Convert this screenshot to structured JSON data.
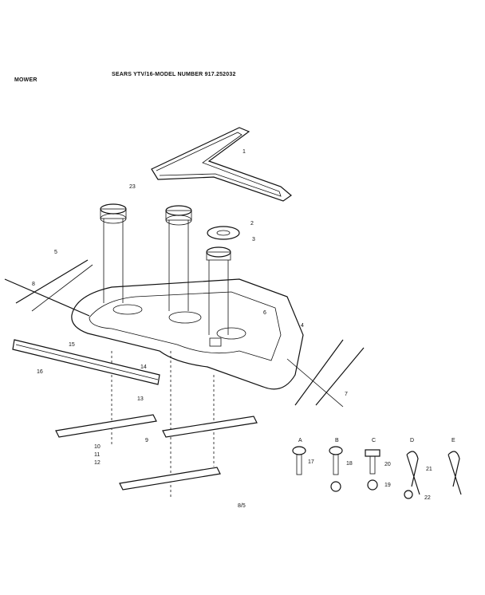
{
  "header": {
    "title": "SEARS YTV/16-MODEL NUMBER 917.252032",
    "section": "MOWER",
    "page_code": "8/5"
  },
  "callouts": [
    "1",
    "2",
    "3",
    "4",
    "5",
    "6",
    "7",
    "8",
    "9",
    "10",
    "11",
    "12",
    "13",
    "14",
    "15",
    "16",
    "17",
    "18",
    "19",
    "20",
    "21",
    "22",
    "23"
  ],
  "hardware_letters": [
    "A",
    "B",
    "C",
    "D",
    "E"
  ],
  "colors": {
    "ink": "#111111",
    "paper": "#ffffff"
  }
}
